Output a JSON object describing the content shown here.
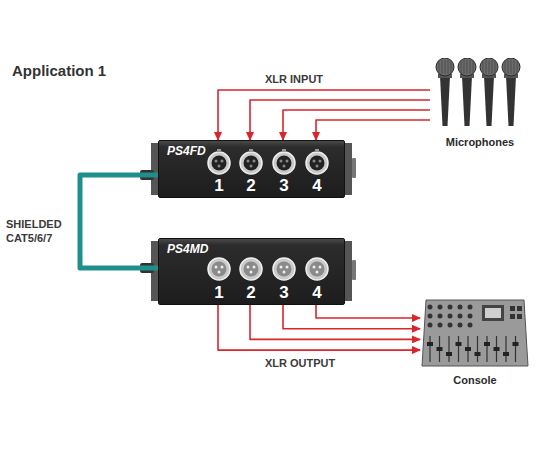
{
  "diagram": {
    "title": "Application 1",
    "nodes": [
      {
        "text": [
          "Microphones"
        ]
      },
      {
        "text": [
          "PS4FD",
          "1",
          "2",
          "3",
          "4"
        ]
      },
      {
        "text": [
          "PS4MD",
          "1",
          "2",
          "3",
          "4"
        ]
      },
      {
        "text": [
          "Console"
        ]
      }
    ],
    "edges": [
      {
        "from": 0,
        "to": 1,
        "arrow": "to"
      },
      {
        "from": 0,
        "to": 1,
        "arrow": "to"
      },
      {
        "from": 0,
        "to": 1,
        "arrow": "to"
      },
      {
        "from": 0,
        "to": 1,
        "arrow": "to"
      },
      {
        "from": 1,
        "to": 2,
        "label": "SHIELDED CAT5/6/7",
        "arrow": "none"
      },
      {
        "from": 2,
        "to": 3,
        "arrow": "to"
      },
      {
        "from": 2,
        "to": 3,
        "arrow": "to"
      },
      {
        "from": 2,
        "to": 3,
        "arrow": "to"
      },
      {
        "from": 2,
        "to": 3,
        "arrow": "to"
      }
    ],
    "labels": [
      "XLR INPUT",
      "XLR OUTPUT"
    ]
  }
}
